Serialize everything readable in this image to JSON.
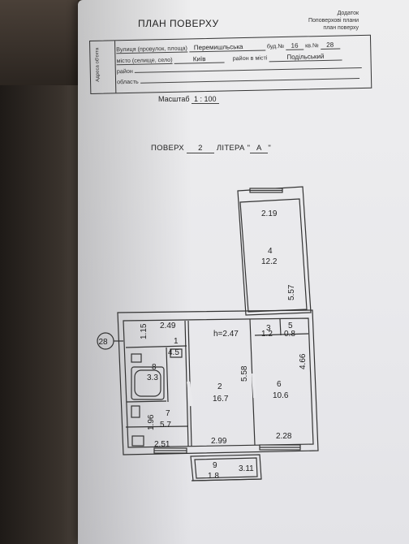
{
  "header": {
    "title": "ПЛАН ПОВЕРХУ",
    "addendum": [
      "Додаток",
      "Поповерхові плани",
      "план поверху"
    ],
    "side_label": "Адреса об'єкта"
  },
  "address": {
    "street_label": "Вулиця (провулок, площа)",
    "street_value": "Перемишльська",
    "building_label": "буд.№",
    "building_value": "16",
    "apartment_label": "кв.№",
    "apartment_value": "28",
    "city_label": "місто (селище, село)",
    "city_value": "Київ",
    "district_city_label": "район в місті",
    "district_city_value": "Подільський",
    "district_label": "район",
    "region_label": "область"
  },
  "scale": {
    "label": "Масштаб",
    "value": "1 : 100"
  },
  "floor": {
    "floor_label": "ПОВЕРХ",
    "floor_value": "2",
    "letter_label": "ЛІТЕРА \"",
    "letter_value": "А",
    "letter_close": "\""
  },
  "plan": {
    "apartment_marker": "28",
    "height": "h=2.47",
    "dims": {
      "d_219": "2.19",
      "d_557": "5.57",
      "d_249": "2.49",
      "d_115": "1.15",
      "d_558": "5.58",
      "d_466": "4.66",
      "d_196": "1.96",
      "d_251": "2.51",
      "d_299": "2.99",
      "d_228": "2.28",
      "d_311": "3.11"
    },
    "rooms": [
      {
        "num": "1",
        "area": "4.5"
      },
      {
        "num": "2",
        "area": "16.7"
      },
      {
        "num": "3",
        "area": "1.2"
      },
      {
        "num": "4",
        "area": "12.2"
      },
      {
        "num": "5",
        "area": "0.8"
      },
      {
        "num": "6",
        "area": "10.6"
      },
      {
        "num": "7",
        "area": "5.7"
      },
      {
        "num": "8",
        "area": "3.3"
      },
      {
        "num": "9",
        "area": "1.8"
      }
    ]
  }
}
